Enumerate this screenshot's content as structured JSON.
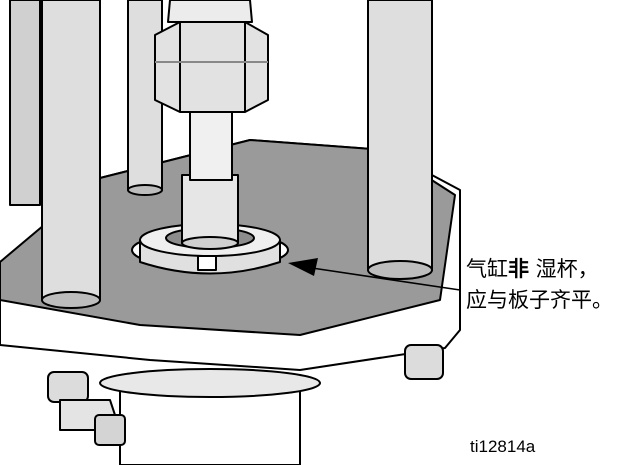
{
  "figure": {
    "callout": {
      "part1": "气缸",
      "emphasis": "非",
      "part2": " 湿杯，",
      "line2": "应与板子齐平。"
    },
    "figure_id": "ti12814a"
  }
}
